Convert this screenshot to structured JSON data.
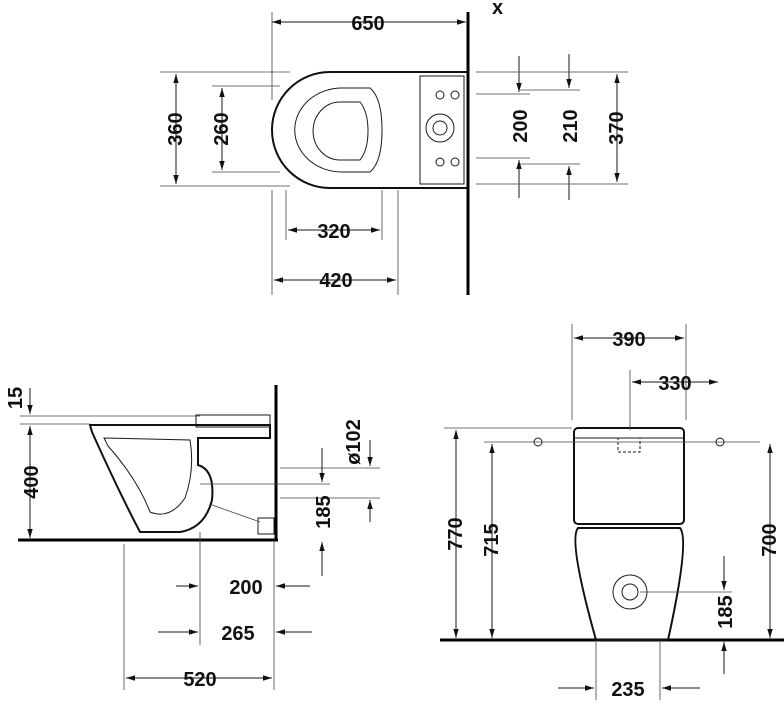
{
  "top_view": {
    "wall_label": "x",
    "dims": {
      "total_depth": "650",
      "seat_width": "360",
      "seat_inner": "260",
      "inner_depth": "320",
      "bowl_depth": "420",
      "fix_a": "200",
      "fix_b": "210",
      "tank_width": "370"
    }
  },
  "side_view": {
    "dims": {
      "seat_thickness": "15",
      "seat_height": "400",
      "outlet_diameter": "ø102",
      "outlet_height": "185",
      "outlet_dist": "200",
      "floor_fix": "265",
      "total_length": "520"
    }
  },
  "front_view": {
    "dims": {
      "tank_width": "390",
      "fix_spacing": "330",
      "total_height": "770",
      "fix_height": "715",
      "right_height": "700",
      "inlet_height": "185",
      "foot_width": "235"
    }
  }
}
